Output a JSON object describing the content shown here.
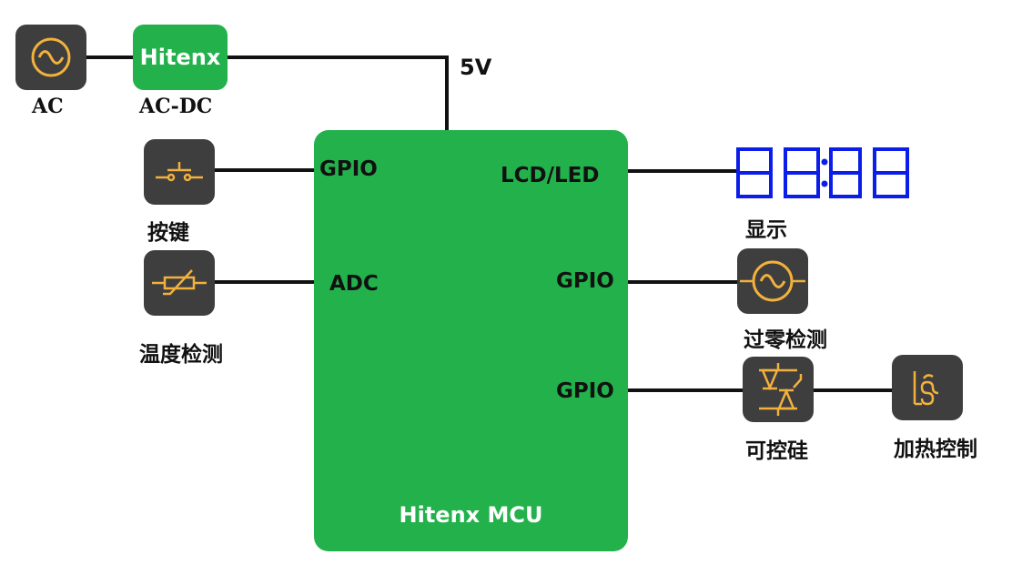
{
  "power": {
    "ac_label": "AC",
    "acdc_brand": "Hitenx",
    "acdc_label": "AC-DC",
    "voltage": "5V"
  },
  "mcu": {
    "title": "Hitenx MCU",
    "pins": {
      "left_gpio": "GPIO",
      "left_adc": "ADC",
      "right_lcd": "LCD/LED",
      "right_gpio_zero": "GPIO",
      "right_gpio_scr": "GPIO"
    }
  },
  "peripherals": {
    "button": "按键",
    "temperature": "温度检测",
    "display": "显示",
    "zero_cross": "过零检测",
    "scr": "可控硅",
    "heating": "加热控制"
  },
  "icons": {
    "ac": "ac-sine-icon",
    "button": "push-button-switch-icon",
    "temperature": "thermistor-icon",
    "display": "seven-segment-display-icon",
    "zero_cross": "ac-sine-icon",
    "scr": "thyristor-icon",
    "heating": "heating-coil-icon"
  },
  "colors": {
    "mcu_green": "#23b14c",
    "icon_bg": "#3e3e3e",
    "icon_symbol": "#f2b13d",
    "segment_blue": "#0b1de8",
    "wire": "#111111"
  }
}
